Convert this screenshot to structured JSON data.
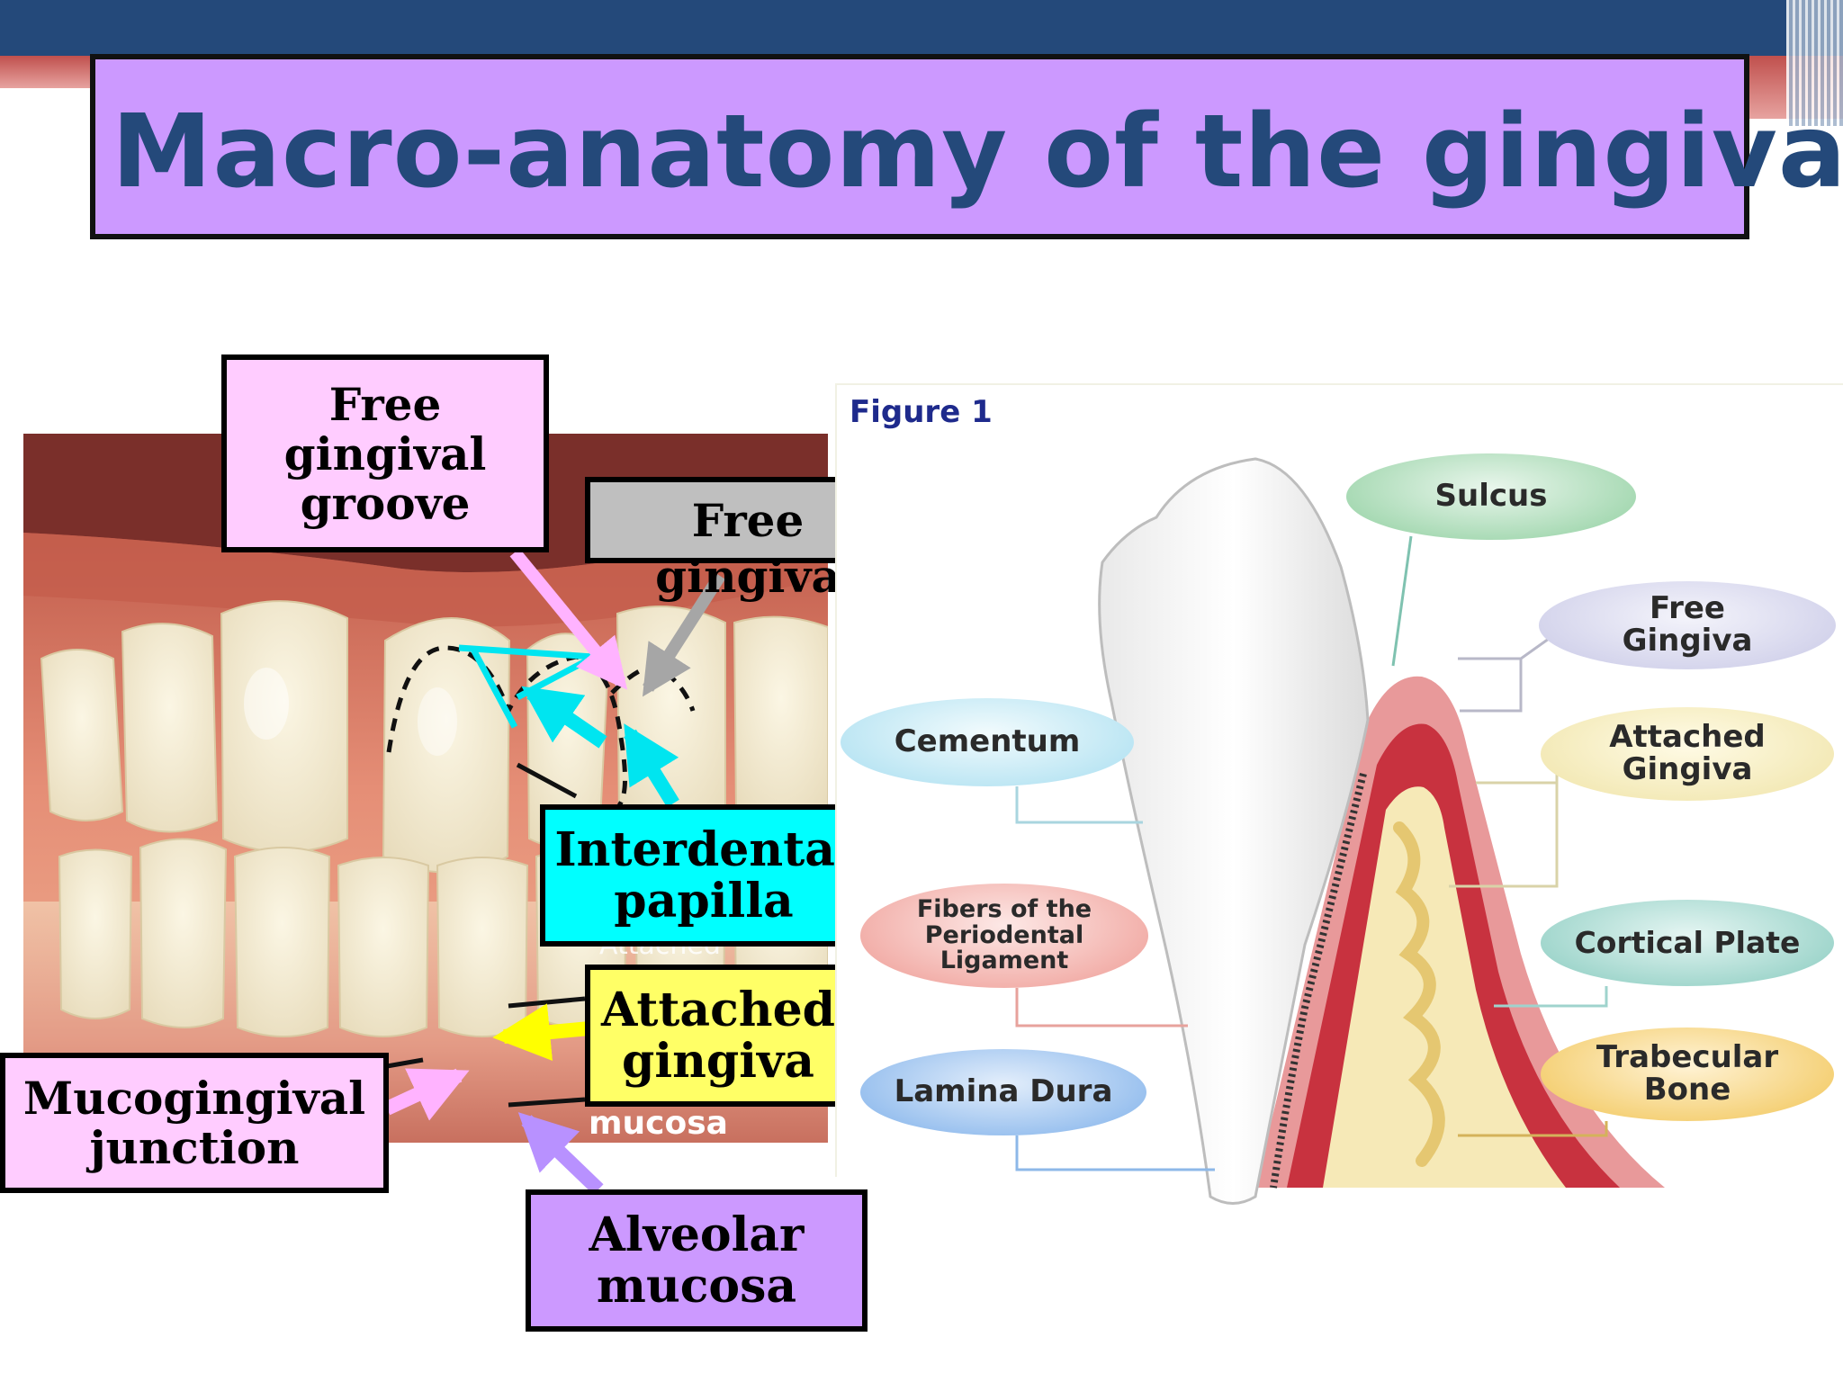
{
  "slide": {
    "title": "Macro-anatomy of the gingiva",
    "title_color": "#24497a",
    "title_bg": "#cc99ff",
    "topbar_color": "#24497a",
    "accent_color": "#c0504d"
  },
  "photo": {
    "overlay_text_upper": "Attached",
    "overlay_text_lower": "mucosa"
  },
  "labels": {
    "free_gingival_groove": "Free\ngingival\ngroove",
    "free_gingiva": "Free\ngingiva",
    "interdental_papilla": "Interdental\npapilla",
    "attached_gingiva": "Attached\ngingiva",
    "mucogingival_junction": "Mucogingival\njunction",
    "alveolar_mucosa": "Alveolar\nmucosa"
  },
  "label_colors": {
    "free_gingival_groove": "#ffccff",
    "free_gingiva": "#bfbfbf",
    "interdental_papilla": "#00ffff",
    "attached_gingiva": "#ffff66",
    "mucogingival_junction": "#ffccff",
    "alveolar_mucosa": "#cc99ff"
  },
  "figure": {
    "title": "Figure 1",
    "ovals": {
      "sulcus": "Sulcus",
      "free_gingiva": "Free\nGingiva",
      "attached_gingiva": "Attached\nGingiva",
      "cortical_plate": "Cortical Plate",
      "trabecular_bone": "Trabecular\nBone",
      "cementum": "Cementum",
      "fibers": "Fibers of the\nPeriodental\nLigament",
      "lamina_dura": "Lamina Dura"
    }
  }
}
